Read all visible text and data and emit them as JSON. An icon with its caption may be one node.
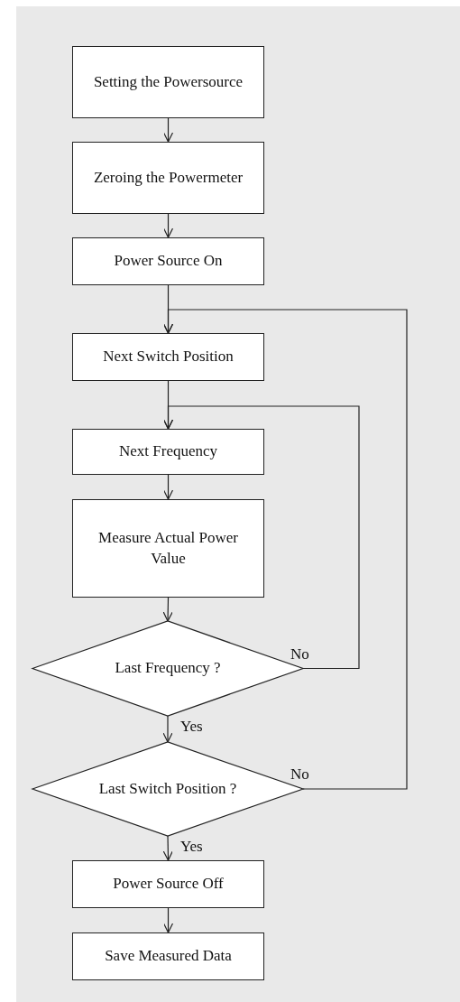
{
  "diagram": {
    "nodes": [
      {
        "text": [
          "Setting  the Powersource"
        ]
      },
      {
        "text": [
          "Zeroing the Powermeter"
        ]
      },
      {
        "text": [
          "Power Source On"
        ]
      },
      {
        "text": [
          "Next Switch Position"
        ]
      },
      {
        "text": [
          "Next Frequency"
        ]
      },
      {
        "text": [
          "Measure Actual Power Value"
        ]
      },
      {
        "text": [
          "Last Frequency ?"
        ]
      },
      {
        "text": [
          "Last Switch Position ?"
        ]
      },
      {
        "text": [
          "Power Source Off"
        ]
      },
      {
        "text": [
          "Save Measured Data"
        ]
      }
    ],
    "edges": [
      {
        "from": 0,
        "to": 1,
        "arrow": "to"
      },
      {
        "from": 1,
        "to": 2,
        "arrow": "to"
      },
      {
        "from": 2,
        "to": 3,
        "arrow": "to"
      },
      {
        "from": 3,
        "to": 4,
        "arrow": "to"
      },
      {
        "from": 4,
        "to": 5,
        "arrow": "to"
      },
      {
        "from": 5,
        "to": 6,
        "arrow": "to"
      },
      {
        "from": 6,
        "to": 7,
        "arrow": "to",
        "label": "Yes"
      },
      {
        "from": 7,
        "to": 8,
        "arrow": "to",
        "label": "Yes"
      },
      {
        "from": 8,
        "to": 9,
        "arrow": "to"
      },
      {
        "from": 6,
        "to": 4,
        "arrow": "to",
        "label": "No"
      },
      {
        "from": 7,
        "to": 3,
        "arrow": "to",
        "label": "No"
      }
    ]
  }
}
